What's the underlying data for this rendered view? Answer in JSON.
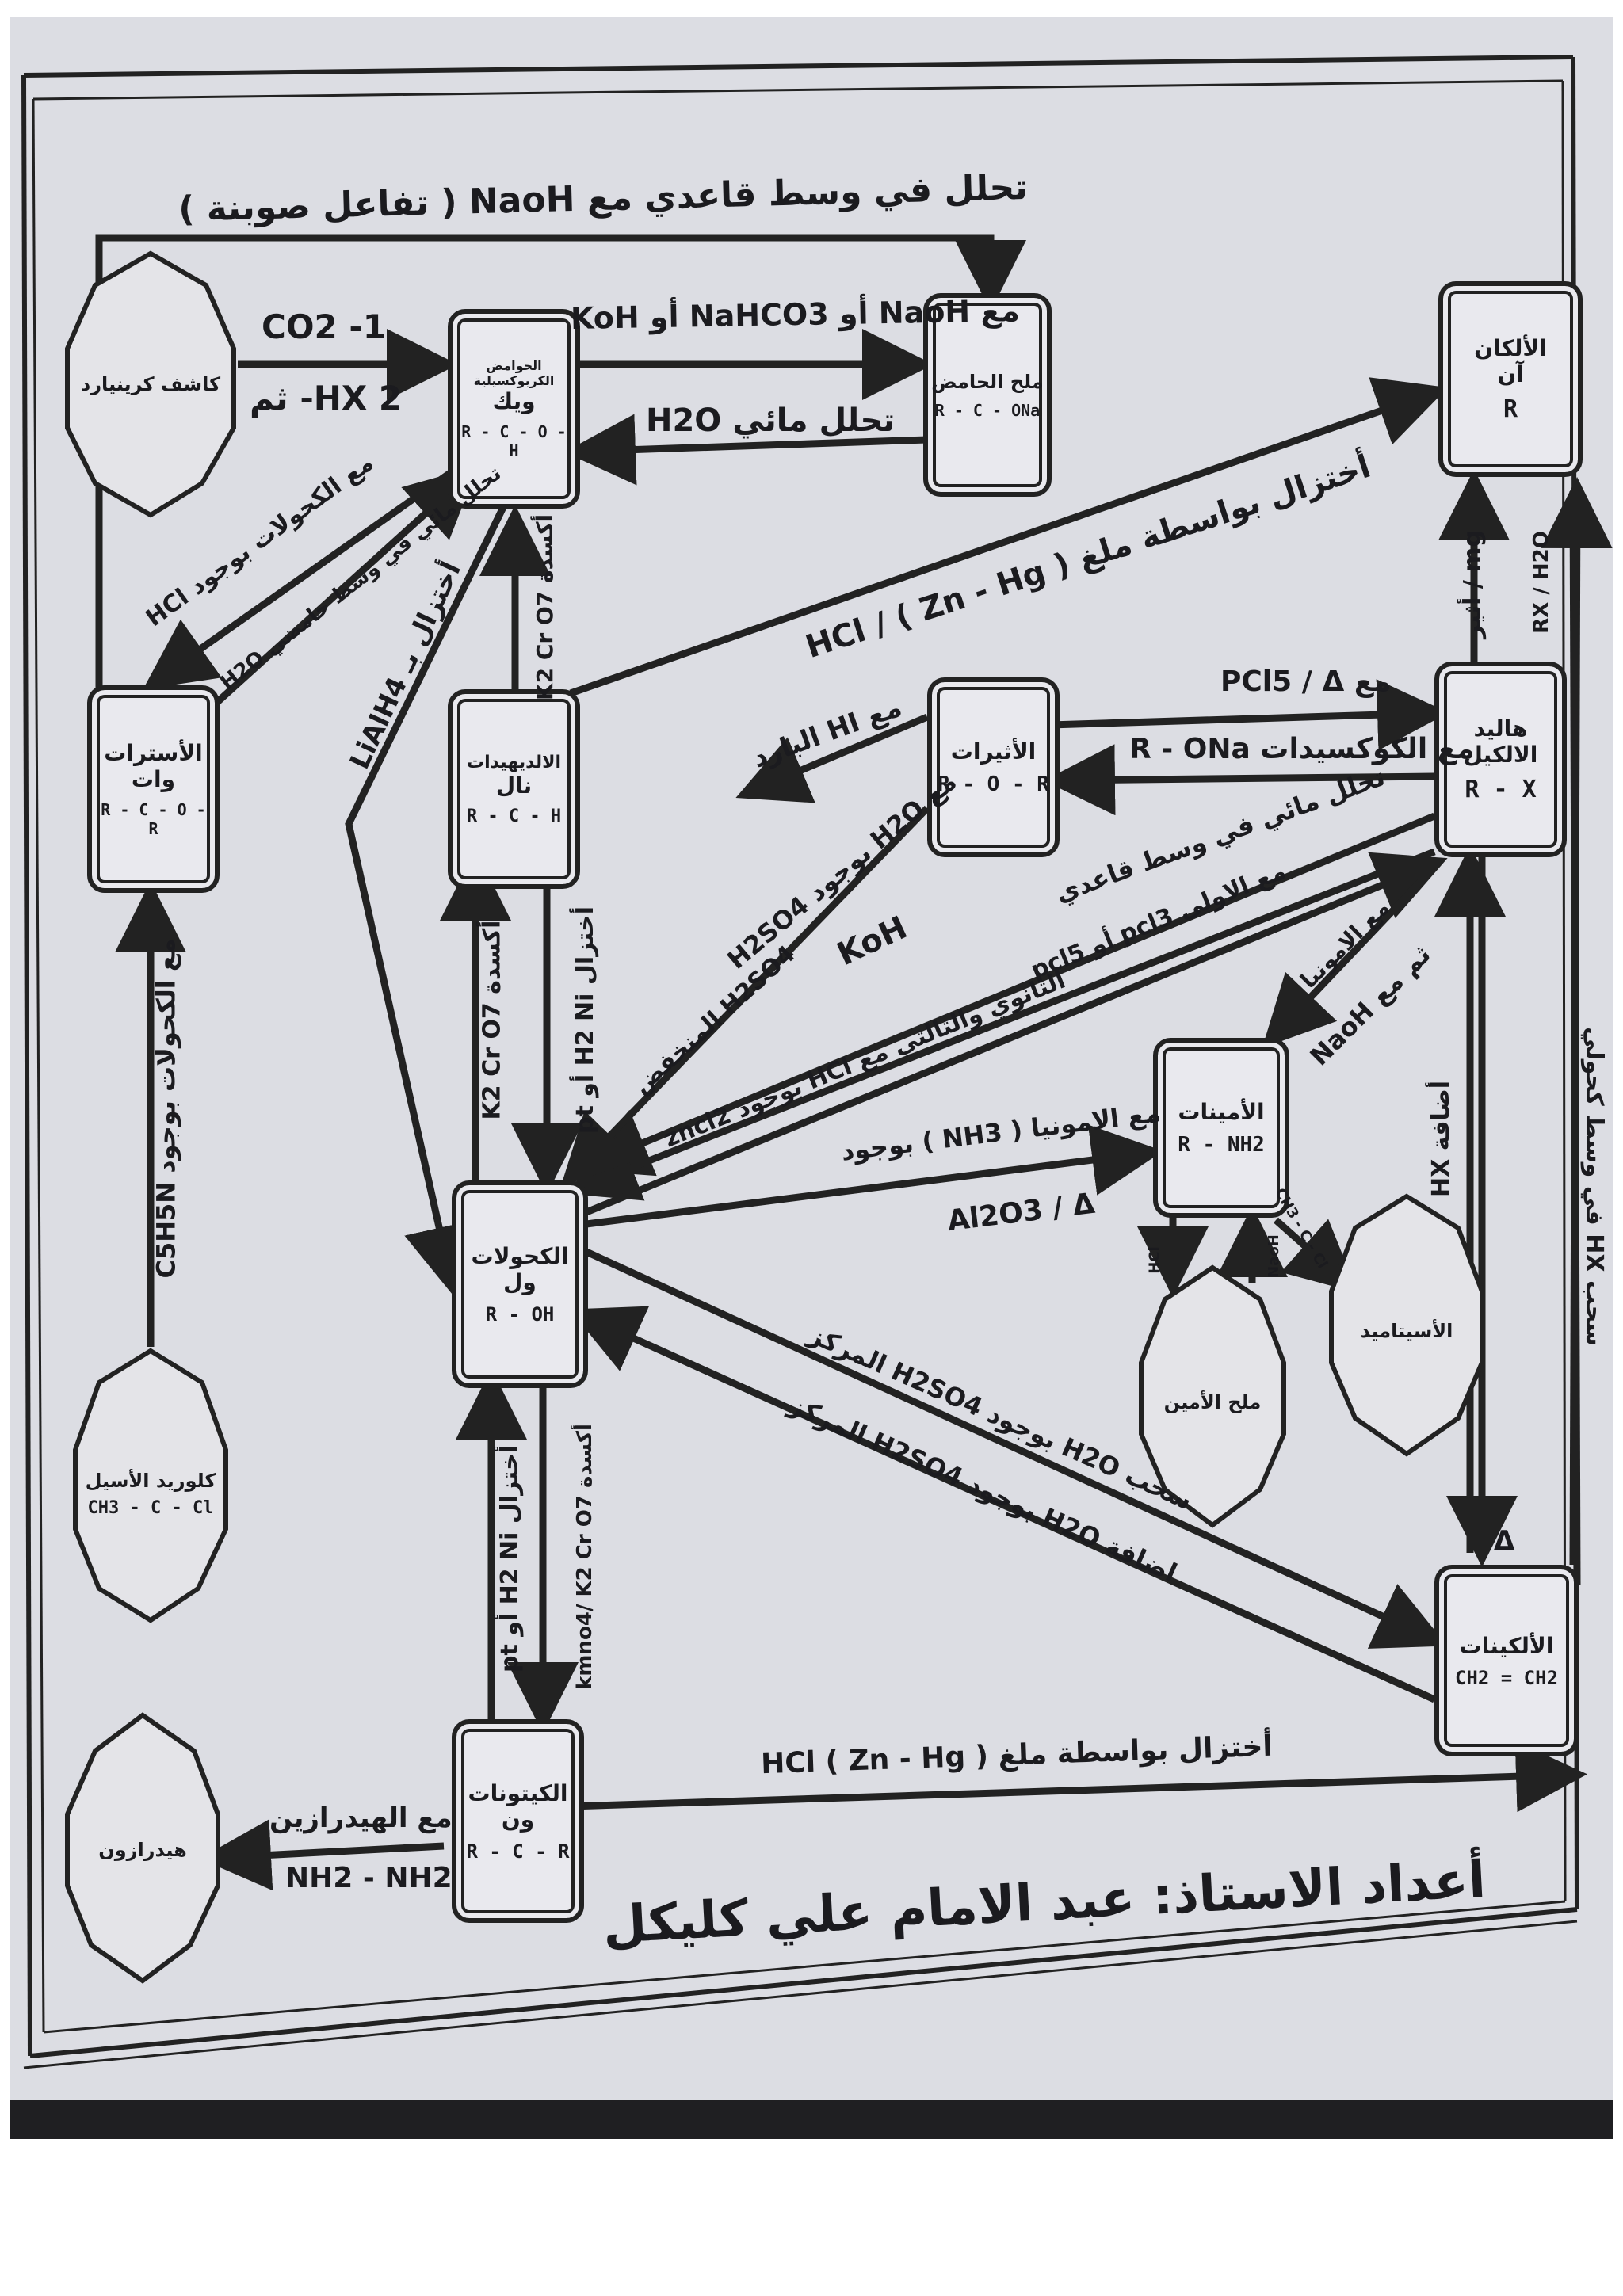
{
  "colors": {
    "ink": "#222222",
    "paper": "#dcdde3",
    "box_fill": "#e9e9ee"
  },
  "compounds": {
    "alkane": {
      "name": "الألكان",
      "suffix": "آن",
      "formula": "R"
    },
    "alkyl_halide": {
      "name": "هاليد الالكيل",
      "formula": "R - X"
    },
    "alkene": {
      "name": "الألكينات",
      "formula": "CH2 = CH2"
    },
    "amine": {
      "name": "الأمينات",
      "formula": "R - NH2"
    },
    "ether": {
      "name": "الأثيرات",
      "formula": "R - O - R"
    },
    "alcohol": {
      "name": "الكحولات",
      "suffix": "ول",
      "formula": "R - OH"
    },
    "aldehyde": {
      "name": "الالديهيدات",
      "suffix": "نال",
      "formula": "R - C - H"
    },
    "ketone": {
      "name": "الكيتونات",
      "suffix": "ون",
      "formula": "R - C - R"
    },
    "carboxylic": {
      "name": "الحوامض الكربوكسيلية",
      "suffix": "ويك",
      "formula": "R - C - O - H"
    },
    "acid_salt": {
      "name": "ملح الحامض",
      "formula": "R - C - ONa"
    },
    "ester": {
      "name": "الأسترات",
      "suffix": "وات",
      "formula": "R - C - O - R"
    },
    "grignard": {
      "name": "كاشف كرينيارد"
    },
    "acyl_chloride": {
      "name": "كلوريد الأسيل",
      "formula": "CH3 - C - Cl"
    },
    "hydrazone": {
      "name": "هيدرازون"
    },
    "amine_salt": {
      "name": "ملح الأمين"
    },
    "acetamide": {
      "name": "الأسيتاميد"
    }
  },
  "reactions": {
    "saponification": "تحلل في وسط قاعدي مع NaoH ( تفاعل صوبنة )",
    "grignard_1": "CO2 -1",
    "grignard_2": "HX 2- ثم",
    "acid_to_salt": "مع NaoH أو NaHCO3 أو KoH",
    "salt_hydrolysis": "تحلل مائي H2O",
    "clemmensen_top": "أختزال بواسطة ملغ ( Zn - Hg ) / HCl",
    "mg_ether": "mg / أثير",
    "rx_h2o": "RX / H2O",
    "esterification": "مع الكحولات بوجود HCl",
    "ester_hydrolysis": "تحلل مائي في وسط حامضي H2O",
    "lialh4": "أختزال بـ LiAlH4",
    "aldehyde_ox": "أكسدة K2 Cr O7",
    "pcl5": "مع PCl5 / Δ",
    "alkoxide": "مع الكوكسيدات R - ONa",
    "ether_hi": "مع HI البارد",
    "ether_h2o": "مع H2O بوجود H2SO4",
    "basic_hydrolysis": "تحلل مائي في وسط قاعدي",
    "koh": "KoH",
    "h2so4_conc": "H2SO4 المنخفض",
    "primary_pcl3": "مع الاولى pcl3 أو pcl5",
    "secondary_hcl": "الثانوي والثالثي مع HCl بوجود zncl2",
    "with_ammonia": "مع الامونيا",
    "then_naoh": "ثم مع NaoH",
    "hx_add": "أضافة HX",
    "hx_elim": "سحب HX في وسط كحولي",
    "delta": "Δ",
    "alcohol_amine": "مع الامونيا ( NH3 ) بوجود",
    "al2o3": "Al2O3 / Δ",
    "alc_ox": "أكسدة K2 Cr O7",
    "ald_red": "أختزال H2 Ni أو pt",
    "dehydration": "سحب H2O بوجود H2SO4 المركز",
    "hydration": "اضافة H2O بوجود H2SO4 المركز",
    "ketone_red": "أختزال H2 Ni أو pt",
    "ketone_ox": "أكسدة kmno4/ K2 Cr O7",
    "clemmensen_bottom": "أختزال بواسطة ملغ ( Zn - Hg ) HCl",
    "hydrazine": "مع الهيدرازين",
    "nh2nh2": "NH2 - NH2",
    "pyridine": "مع الكحولات بوجود C5H5N",
    "hcl_small": "HCl",
    "naoh_small": "NaoH",
    "ch3coc": "CH3 - C - Cl"
  },
  "footer": {
    "author": "أعداد الاستاذ: عبد الامام علي كليكل"
  }
}
